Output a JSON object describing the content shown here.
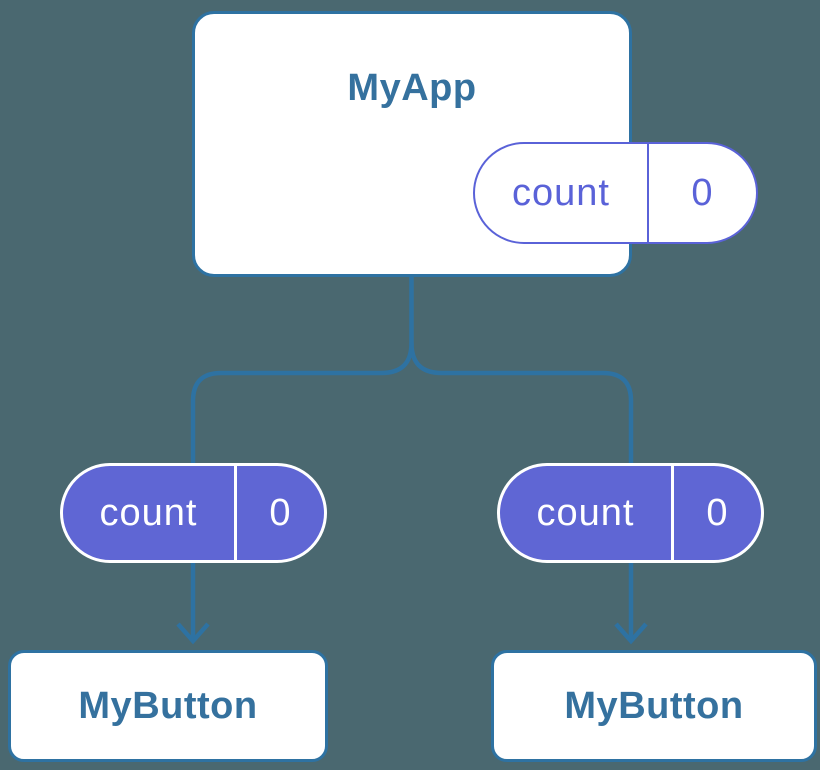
{
  "colors": {
    "background": "#4A6870",
    "connector_blue": "#2E72A2",
    "title_blue": "#35719E",
    "pill_purple_outline": "#5A62D8",
    "pill_purple_fill": "#5F66D4",
    "card_background": "#ffffff"
  },
  "root": {
    "title": "MyApp",
    "state": {
      "name": "count",
      "value": "0"
    }
  },
  "children": [
    {
      "title": "MyButton",
      "state": {
        "name": "count",
        "value": "0"
      }
    },
    {
      "title": "MyButton",
      "state": {
        "name": "count",
        "value": "0"
      }
    }
  ]
}
